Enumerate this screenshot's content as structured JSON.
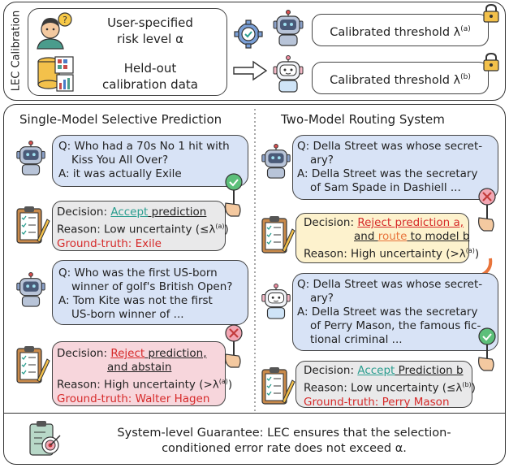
{
  "top": {
    "side_label": "LEC Calibration",
    "risk_line1": "User-specified",
    "risk_line2": "risk level α",
    "data_line1": "Held-out",
    "data_line2": "calibration data",
    "threshold_a": "Calibrated threshold λ",
    "threshold_a_sup": "(a)",
    "threshold_b": "Calibrated threshold λ",
    "threshold_b_sup": "(b)"
  },
  "left": {
    "title": "Single-Model Selective Prediction",
    "q1_q": "Q: Who had a 70s No 1 hit with",
    "q1_q2": "Kiss You All Over?",
    "q1_a": "A: it was actually Exile",
    "d1_prefix": "Decision: ",
    "d1_action": "Accept",
    "d1_suffix": " prediction",
    "d1_reason": "Reason: Low uncertainty (≤λ",
    "d1_reason_sup": "(a)",
    "d1_reason_end": ")",
    "d1_gt": "Ground-truth: Exile",
    "q2_q": "Q: Who was the first US-born",
    "q2_q2": "winner of golf's British Open?",
    "q2_a": "A: Tom Kite was not the first",
    "q2_a2": "US-born winner of ...",
    "d2_prefix": "Decision: ",
    "d2_action": "Reject",
    "d2_suffix": " prediction,",
    "d2_line2": "and abstain",
    "d2_reason": "Reason: High uncertainty (>λ",
    "d2_reason_sup": "(a)",
    "d2_reason_end": ")",
    "d2_gt": "Ground-truth: Walter Hagen"
  },
  "right": {
    "title": "Two-Model Routing System",
    "q1_q": "Q: Della Street was whose secret-",
    "q1_q2": "ary?",
    "q1_a": "A: Della Street was the secretary",
    "q1_a2": "of Sam Spade in Dashiell ...",
    "d1_prefix": "Decision: ",
    "d1_action": "Reject prediction a,",
    "d1_line2a": "and ",
    "d1_line2b": "route",
    "d1_line2c": " to model b",
    "d1_reason": "Reason: High uncertainty (>λ",
    "d1_reason_sup": "(a)",
    "d1_reason_end": ")",
    "q2_q": "Q: Della Street was whose secret-",
    "q2_q2": "ary?",
    "q2_a": "A: Della Street was the secretary",
    "q2_a2": "of Perry Mason, the famous fic-",
    "q2_a3": "tional criminal ...",
    "d2_prefix": "Decision: ",
    "d2_action": "Accept",
    "d2_suffix": " Prediction b",
    "d2_reason": "Reason: Low uncertainty (≤λ",
    "d2_reason_sup": "(b)",
    "d2_reason_end": ")",
    "d2_gt": "Ground-truth: Perry Mason"
  },
  "bottom": {
    "line1": "System-level Guarantee: LEC ensures that the selection-",
    "line2": "conditioned error rate does not exceed α."
  },
  "colors": {
    "question_bg": "#d8e3f6",
    "decision_gray": "#e9e9ea",
    "decision_yellow": "#fdf2cd",
    "decision_pink": "#f7d6dc",
    "accept_green": "#2a9d8f",
    "reject_red": "#d62a2a"
  }
}
